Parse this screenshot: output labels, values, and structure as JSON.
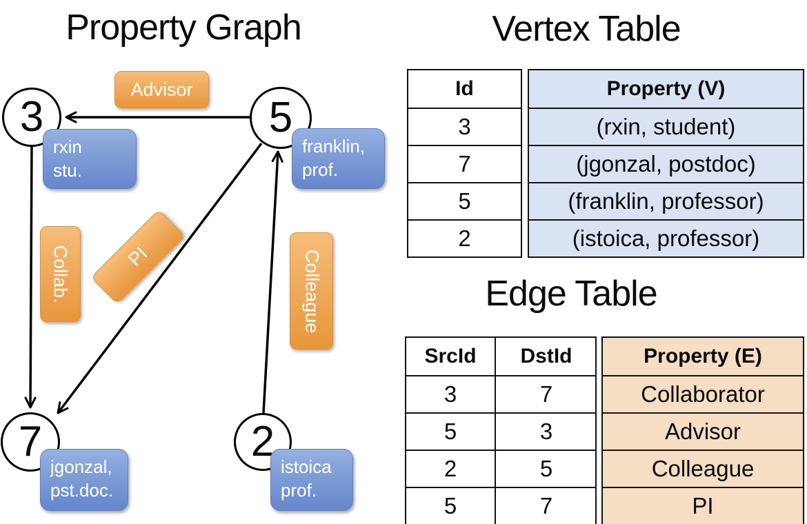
{
  "colors": {
    "edge_label_orange": "#EFA95B",
    "vertex_label_blue": "#7E9CD6",
    "vertex_table_fill": "#DAE3F3",
    "edge_table_fill": "#F5DEC3",
    "line_black": "#000000"
  },
  "graph": {
    "title": "Property Graph",
    "nodes": {
      "n3": {
        "id": "3",
        "line1": "rxin",
        "line2": "stu."
      },
      "n5": {
        "id": "5",
        "line1": "franklin,",
        "line2": "prof."
      },
      "n7": {
        "id": "7",
        "line1": "jgonzal,",
        "line2": "pst.doc."
      },
      "n2": {
        "id": "2",
        "line1": "istoica",
        "line2": "prof."
      }
    },
    "edges": {
      "advisor": {
        "label": "Advisor",
        "src": "5",
        "dst": "3"
      },
      "collab": {
        "label": "Collab.",
        "src": "3",
        "dst": "7"
      },
      "pi": {
        "label": "PI",
        "src": "5",
        "dst": "7"
      },
      "colleague": {
        "label": "Colleague",
        "src": "2",
        "dst": "5"
      }
    }
  },
  "vertex_table": {
    "title": "Vertex Table",
    "headers": {
      "id": "Id",
      "property": "Property (V)"
    },
    "rows": [
      {
        "id": "3",
        "property": "(rxin, student)"
      },
      {
        "id": "7",
        "property": "(jgonzal, postdoc)"
      },
      {
        "id": "5",
        "property": "(franklin, professor)"
      },
      {
        "id": "2",
        "property": "(istoica, professor)"
      }
    ]
  },
  "edge_table": {
    "title": "Edge Table",
    "headers": {
      "src": "SrcId",
      "dst": "DstId",
      "property": "Property (E)"
    },
    "rows": [
      {
        "src": "3",
        "dst": "7",
        "property": "Collaborator"
      },
      {
        "src": "5",
        "dst": "3",
        "property": "Advisor"
      },
      {
        "src": "2",
        "dst": "5",
        "property": "Colleague"
      },
      {
        "src": "5",
        "dst": "7",
        "property": "PI"
      }
    ]
  }
}
